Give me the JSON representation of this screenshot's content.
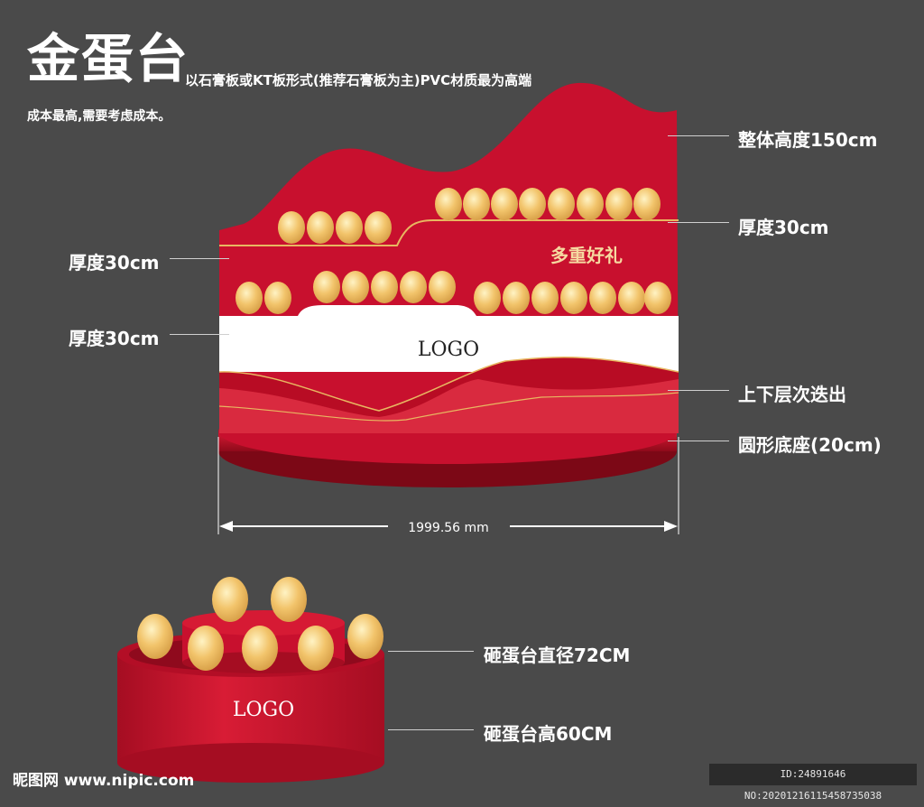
{
  "header": {
    "title": "金蛋台",
    "description": "以石膏板或KT板形式(推荐石膏板为主)PVC材质最为高端",
    "description2": "成本最高,需要考虑成本。"
  },
  "upper_display": {
    "banner_text": "多重好礼",
    "logo_text": "LOGO",
    "dimension": "1999.56 mm"
  },
  "annotations": {
    "overall_height": "整体高度150cm",
    "thickness_right": "厚度30cm",
    "thickness_left_1": "厚度30cm",
    "thickness_left_2": "厚度30cm",
    "layered": "上下层次迭出",
    "base": "圆形底座(20cm)"
  },
  "lower_display": {
    "logo_text": "LOGO",
    "diameter": "砸蛋台直径72CM",
    "height": "砸蛋台高60CM"
  },
  "watermark": {
    "site": "昵图网 www.nipic.com",
    "id": "ID:24891646 NO:20201216115458735038"
  },
  "colors": {
    "background": "#4a4a4a",
    "red": "#c8102e",
    "dark_red": "#9e0b1f",
    "gold": "#f2c46b",
    "white": "#ffffff"
  }
}
